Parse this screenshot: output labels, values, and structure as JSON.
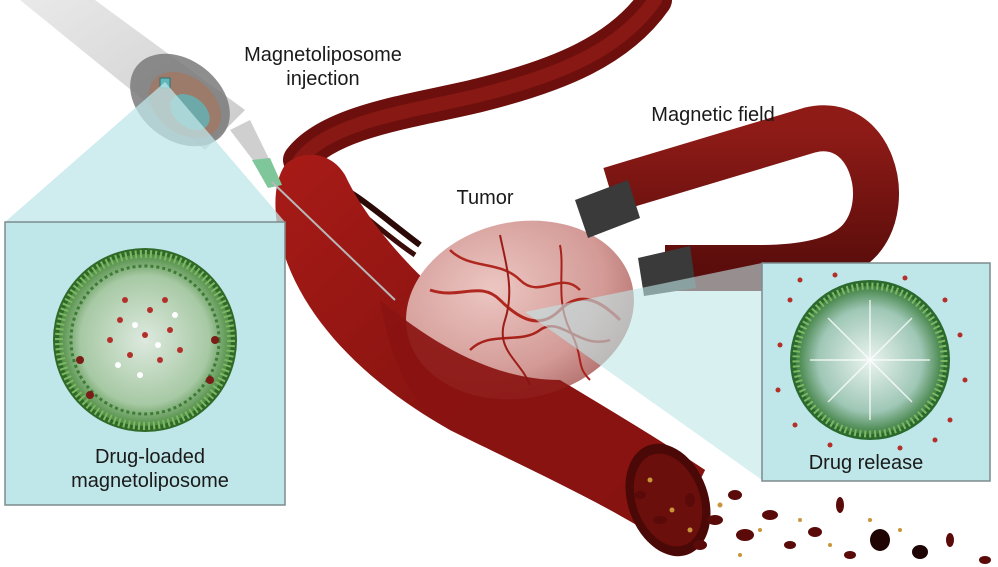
{
  "labels": {
    "injection_line1": "Magnetoliposome",
    "injection_line2": "injection",
    "magnetic_field": "Magnetic field",
    "tumor": "Tumor",
    "drug_loaded_line1": "Drug-loaded",
    "drug_loaded_line2": "magnetoliposome",
    "drug_release": "Drug release"
  },
  "colors": {
    "panel_fill": "#bfe6e8",
    "panel_border": "#7d8b8d",
    "vessel": "#8e1512",
    "vessel_dark": "#5e0c0a",
    "magnet": "#7a1512",
    "magnet_tip": "#3d3d3d",
    "tumor": "#d7a3a0",
    "lipid_green": "#5f9e4e",
    "drug_red": "#b3302a"
  }
}
